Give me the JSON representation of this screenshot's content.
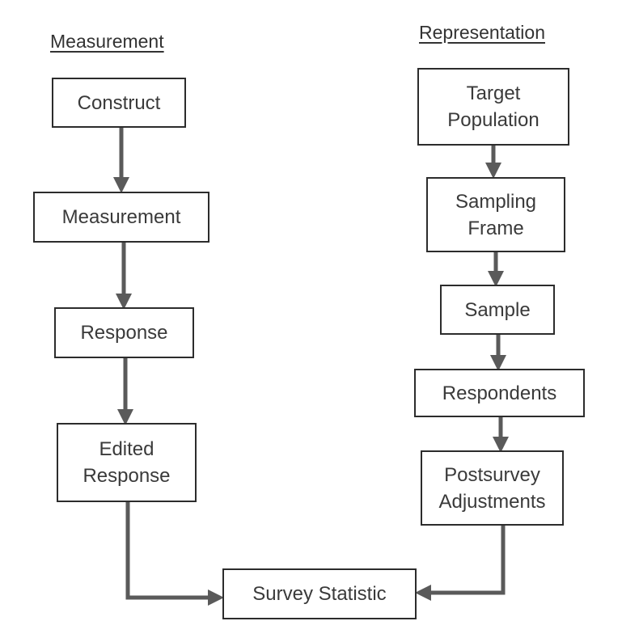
{
  "headings": {
    "measurement": "Measurement",
    "representation": "Representation"
  },
  "measurement_side": {
    "construct": "Construct",
    "measurement": "Measurement",
    "response": "Response",
    "edited_response": [
      "Edited",
      "Response"
    ]
  },
  "representation_side": {
    "target_population": [
      "Target",
      "Population"
    ],
    "sampling_frame": [
      "Sampling",
      "Frame"
    ],
    "sample": "Sample",
    "respondents": "Respondents",
    "postsurvey_adjustments": [
      "Postsurvey",
      "Adjustments"
    ]
  },
  "output": {
    "survey_statistic": "Survey Statistic"
  },
  "colors": {
    "arrow": "#5a5a5a",
    "box_border": "#2c2c2c",
    "text": "#3a3a3a"
  }
}
